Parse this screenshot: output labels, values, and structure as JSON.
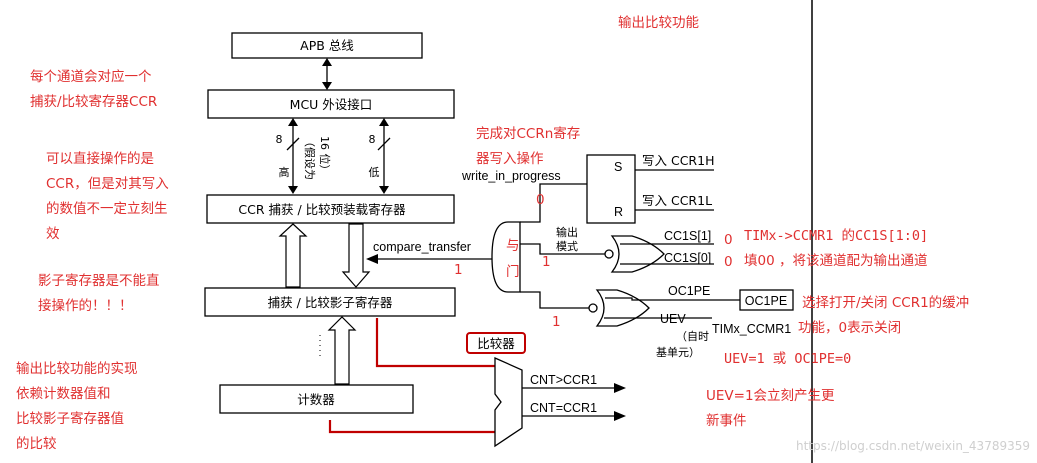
{
  "blocks": {
    "apb": "APB 总线",
    "mcu": "MCU 外设接口",
    "preload": "CCR 捕获 / 比较预装载寄存器",
    "shadow": "捕获 / 比较影子寄存器",
    "counter": "计数器",
    "comparator": "比较器"
  },
  "bus": {
    "high_width": "8",
    "low_width": "8",
    "high_label": "高",
    "high_note_1": "（假设为",
    "high_note_2": "16 位）",
    "low_label": "低"
  },
  "signals": {
    "write_in_progress": "write_in_progress",
    "compare_transfer": "compare_transfer",
    "s": "S",
    "r": "R",
    "write_ccr1h": "写入 CCR1H",
    "write_ccr1l": "写入 CCR1L",
    "output_mode_1": "输出",
    "output_mode_2": "模式",
    "cc1s1": "CC1S[1]",
    "cc1s0": "CC1S[0]",
    "oc1pe": "OC1PE",
    "oc1pe_box": "OC1PE",
    "uev": "UEV",
    "uev_note_1": "（自时",
    "uev_note_2": "基单元）",
    "timx_ccmr1": "TIMx_CCMR1",
    "cnt_gt": "CNT>CCR1",
    "cnt_eq": "CNT=CCR1",
    "and_gate": "与\n门"
  },
  "annotations": {
    "title": "输出比较功能",
    "per_channel_1": "每个通道会对应一个",
    "per_channel_2": "捕获/比较寄存器CCR",
    "direct_1": "可以直接操作的是",
    "direct_2": "CCR，但是对其写入",
    "direct_3": "的数值不一定立刻生",
    "direct_4": "效",
    "shadow_1": "影子寄存器是不能直",
    "shadow_2": "接操作的！！！",
    "finish_1": "完成对CCRn寄存",
    "finish_2": "器写入操作",
    "val_0_wip": "0",
    "val_1_ct": "1",
    "val_1_gate": "1",
    "val_1_low": "1",
    "val_0_cc1s1": "0",
    "val_0_cc1s0": "0",
    "ccmr_1": "TIMx->CCMR1 的CC1S[1:0]",
    "ccmr_2": "填00 ，将该通道配为输出通道",
    "buffer_1": "选择打开/关闭 CCR1的缓冲",
    "buffer_2": "功能，0表示关闭",
    "uev_cond": "UEV=1 或 OC1PE=0",
    "uev_1_1": "UEV=1会立刻产生更",
    "uev_1_2": "新事件",
    "impl_1": "输出比较功能的实现",
    "impl_2": "依赖计数器值和",
    "impl_3": "比较影子寄存器值",
    "impl_4": "的比较"
  },
  "watermark": "https://blog.csdn.net/weixin_43789359",
  "colors": {
    "annotation": "#e03030",
    "highlight": "#c00000"
  }
}
